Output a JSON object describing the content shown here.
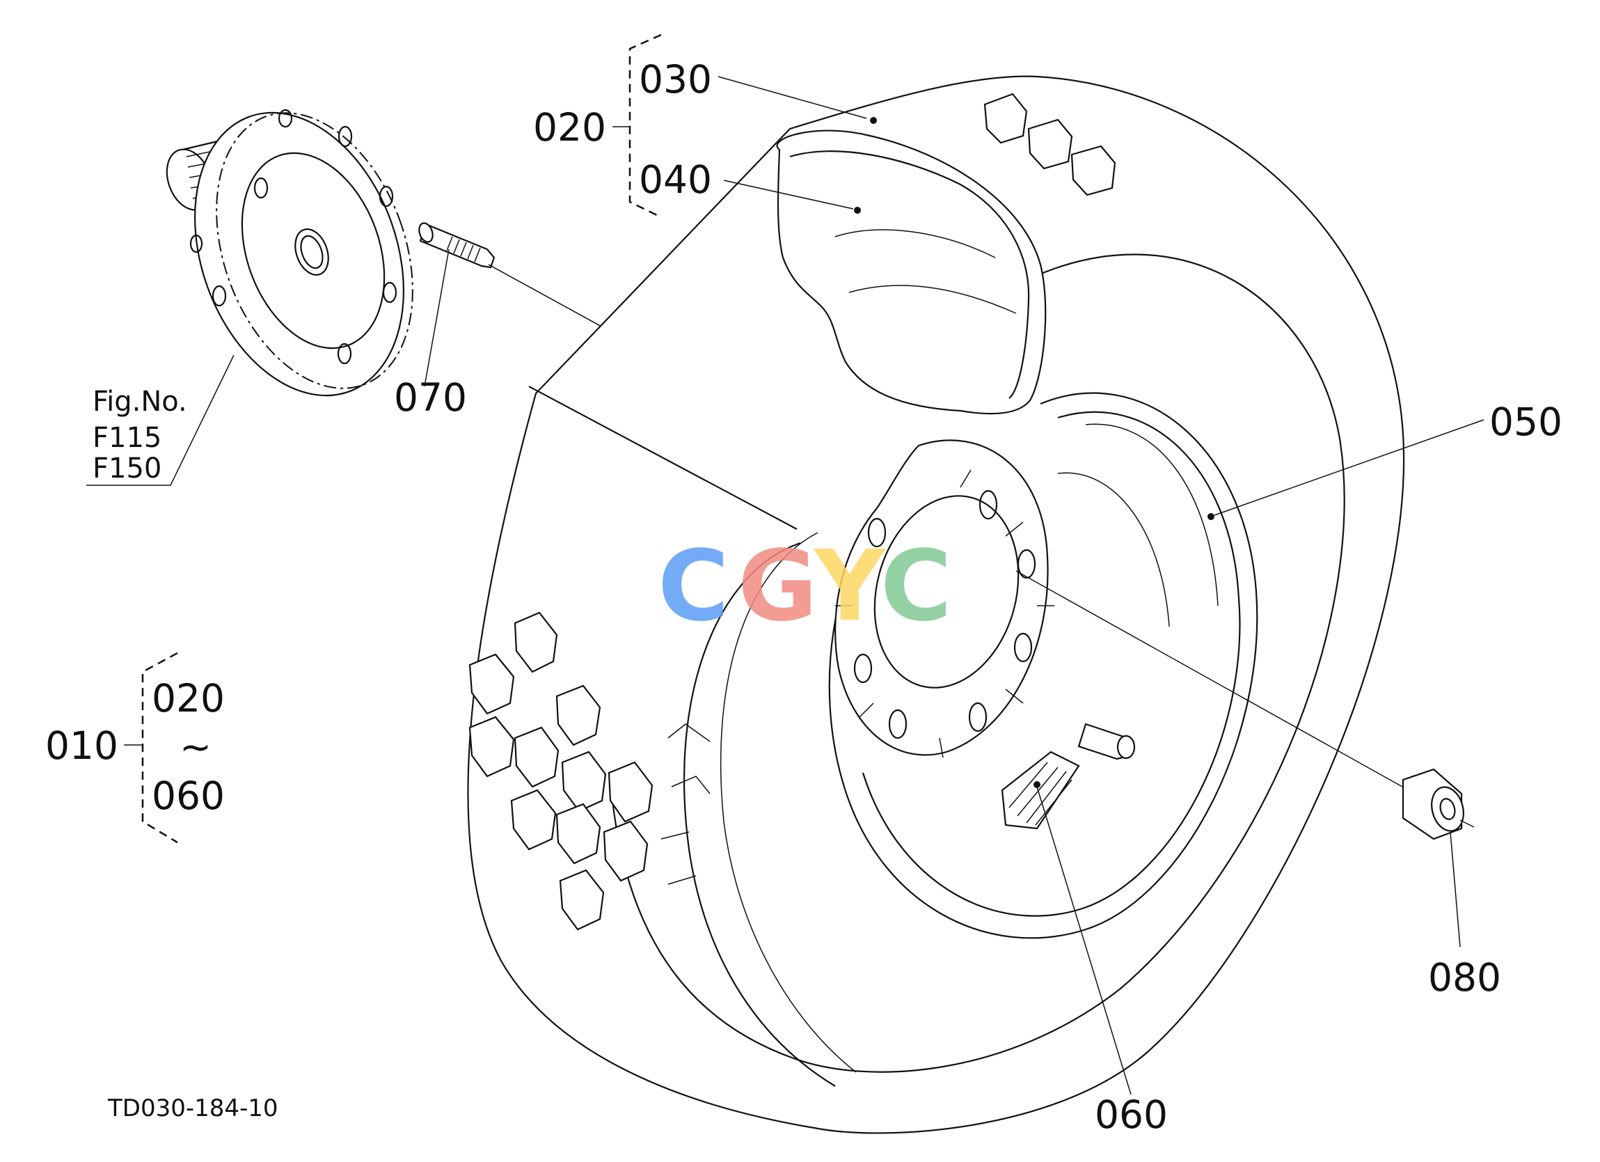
{
  "figure": {
    "drawing_code": "TD030-184-10",
    "fig_label": "Fig.No.",
    "fig_numbers": [
      "F115",
      "F150"
    ]
  },
  "callouts": {
    "c010": "010",
    "c020_top": "020",
    "c030": "030",
    "c040": "040",
    "c050": "050",
    "c060": "060",
    "c070": "070",
    "c080": "080",
    "range_from": "020",
    "range_sep": "~",
    "range_to": "060"
  },
  "watermark": {
    "letters": [
      "C",
      "G",
      "Y",
      "C"
    ],
    "colors": [
      "#5b9df5",
      "#f28b82",
      "#fdd663",
      "#81c995"
    ]
  }
}
